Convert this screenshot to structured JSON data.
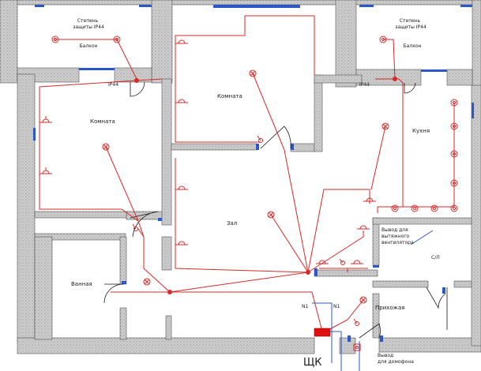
{
  "labels": {
    "balcony_left_protection": "Степень защиты IP44",
    "balcony_left": "Балкон",
    "balcony_right_protection": "Степень защиты IP44",
    "balcony_right": "Балкон",
    "ip44_left": "IP44",
    "ip44_right": "IP44",
    "room_left": "Комната",
    "room_center": "Комната",
    "kitchen": "Кухня",
    "hall": "Зал",
    "bathroom": "Ванная",
    "hallway": "Прихожая",
    "vent_outlet": "Вывод для вытяжного вентилятора",
    "shaft": "С/Л",
    "intercom_outlet": "Вывод для домофона",
    "panel": "ЩК",
    "n1_a": "N1",
    "n1_b": "N1"
  },
  "colors": {
    "wiring": "#d42a2a",
    "cable": "#2b57c9",
    "wall_fill": "#c8c8c8",
    "panel": "#e01010"
  }
}
